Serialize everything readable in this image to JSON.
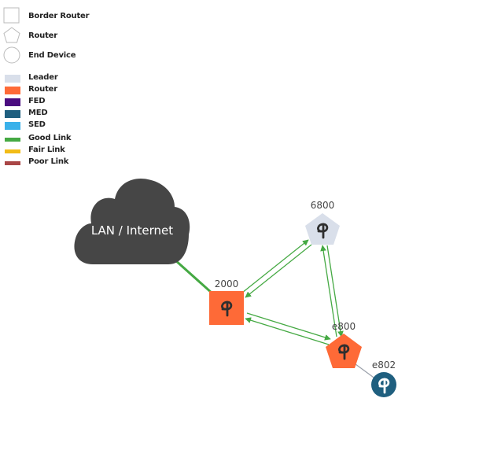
{
  "legend": {
    "shapes": [
      {
        "label": "Border Router",
        "shape": "square"
      },
      {
        "label": "Router",
        "shape": "pentagon"
      },
      {
        "label": "End Device",
        "shape": "circle"
      }
    ],
    "roles": [
      {
        "label": "Leader",
        "color": "#d9dfea",
        "kind": "box"
      },
      {
        "label": "Router",
        "color": "#fe6a37",
        "kind": "box"
      },
      {
        "label": "FED",
        "color": "#4b0c80",
        "kind": "box"
      },
      {
        "label": "MED",
        "color": "#1f5f7f",
        "kind": "box"
      },
      {
        "label": "SED",
        "color": "#3ab1ea",
        "kind": "box"
      },
      {
        "label": "Good Link",
        "color": "#45a943",
        "kind": "line"
      },
      {
        "label": "Fair Link",
        "color": "#f2bc17",
        "kind": "line"
      },
      {
        "label": "Poor Link",
        "color": "#a94646",
        "kind": "line"
      }
    ]
  },
  "topology": {
    "cloud": {
      "label": "LAN / Internet",
      "color": "#464646"
    },
    "nodes": [
      {
        "id": "2000",
        "label": "2000",
        "role": "Router",
        "type": "Border Router"
      },
      {
        "id": "6800",
        "label": "6800",
        "role": "Leader",
        "type": "Router"
      },
      {
        "id": "e800",
        "label": "e800",
        "role": "Router",
        "type": "Router"
      },
      {
        "id": "e802",
        "label": "e802",
        "role": "MED",
        "type": "End Device"
      }
    ],
    "links": [
      {
        "from": "cloud",
        "to": "2000",
        "quality": "Good Link"
      },
      {
        "from": "2000",
        "to": "6800",
        "quality": "Good Link"
      },
      {
        "from": "2000",
        "to": "e800",
        "quality": "Good Link"
      },
      {
        "from": "6800",
        "to": "e800",
        "quality": "Good Link"
      },
      {
        "from": "e800",
        "to": "e802",
        "quality": "child"
      }
    ]
  }
}
